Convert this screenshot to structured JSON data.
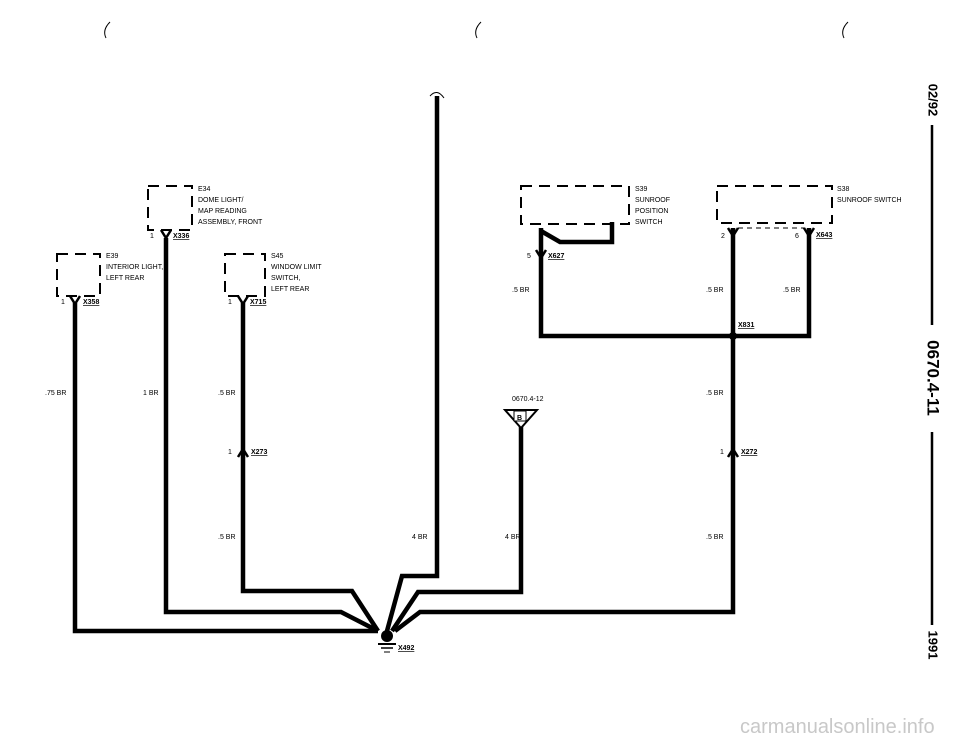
{
  "components": {
    "e34": {
      "id": "E34",
      "line1": "DOME LIGHT/",
      "line2": "MAP READING",
      "line3": "ASSEMBLY, FRONT",
      "pin": "1",
      "connector": "X336",
      "wire": "1 BR"
    },
    "e39": {
      "id": "E39",
      "line1": "INTERIOR LIGHT,",
      "line2": "LEFT REAR",
      "pin": "1",
      "connector": "X358",
      "wire": ".75 BR"
    },
    "s45": {
      "id": "S45",
      "line1": "WINDOW LIMIT",
      "line2": "SWITCH,",
      "line3": "LEFT REAR",
      "pin": "1",
      "connector": "X715",
      "wire": ".5 BR"
    },
    "s39": {
      "id": "S39",
      "line1": "SUNROOF",
      "line2": "POSITION",
      "line3": "SWITCH",
      "pin": "5",
      "connector": "X627",
      "wire": ".5 BR"
    },
    "s38": {
      "id": "S38",
      "line1": "SUNROOF SWITCH",
      "pin_left": "2",
      "pin_right": "6",
      "connector": "X643",
      "wire_left": ".5 BR",
      "wire_right": ".5 BR"
    }
  },
  "connectors": {
    "x273": {
      "pin": "1",
      "label": "X273",
      "wire_below": ".5 BR"
    },
    "x272": {
      "pin": "1",
      "label": "X272",
      "wire_above": ".5 BR",
      "wire_below": ".5 BR"
    },
    "x831": {
      "label": "X831"
    },
    "x492": {
      "label": "X492"
    }
  },
  "offpage": {
    "ref": "0670.4-12",
    "letter": "B",
    "wire": "4 BR"
  },
  "top_wire": {
    "wire": "4 BR"
  },
  "side": {
    "date": "02/92",
    "page": "0670.4-11",
    "year": "1991"
  },
  "watermark": "carmanualsonline.info"
}
